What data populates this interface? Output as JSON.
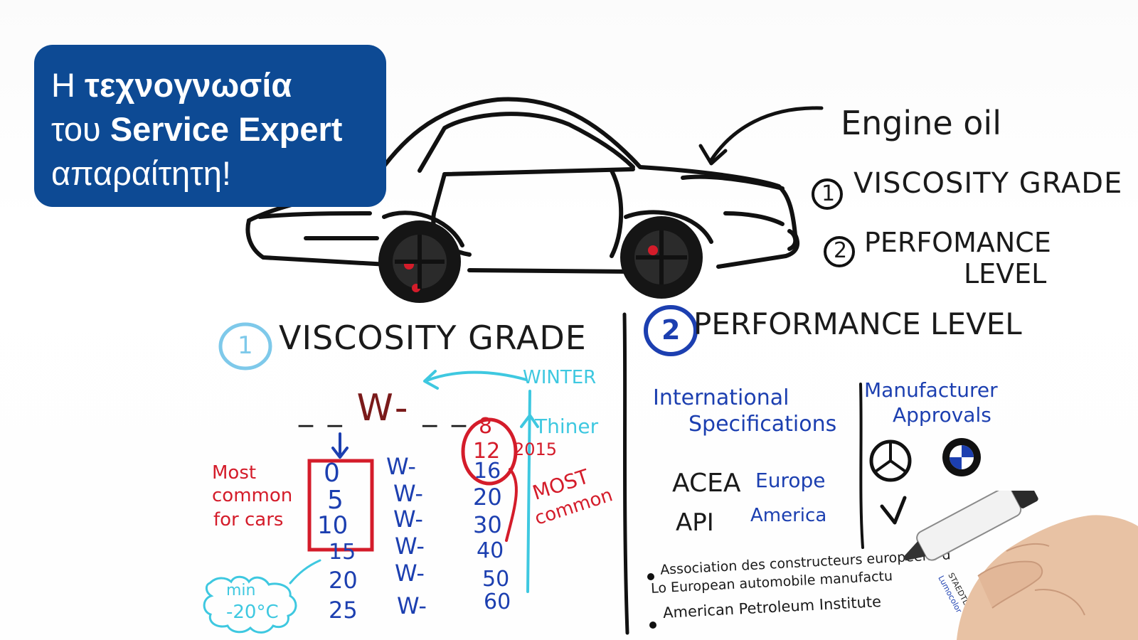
{
  "overlay": {
    "line1_normal": "Η ",
    "line1_bold": "τεχνογνωσία",
    "line2_normal": "του ",
    "line2_bold": "Service Expert",
    "line3": "απαραίτητη!"
  },
  "header_notes": {
    "engine_oil": "Engine oil",
    "item1_num": "1",
    "item1": "VISCOSITY GRADE",
    "item2_num": "2",
    "item2_a": "PERFOMANCE",
    "item2_b": "LEVEL"
  },
  "viscosity": {
    "num": "1",
    "title": "VISCOSITY GRADE",
    "winter": "WINTER",
    "pattern": "_ _ W - _ _",
    "w_letter": "W-",
    "thinner": "Thiner",
    "year": "2015",
    "most_common_cars": [
      "Most",
      "common",
      "for cars"
    ],
    "most_common": [
      "MOST",
      "common"
    ],
    "min_temp": [
      "min",
      "-20°C"
    ],
    "rows": [
      {
        "left": "0",
        "mid": "W-",
        "right": "16"
      },
      {
        "left": "5",
        "mid": "W-",
        "right": "20"
      },
      {
        "left": "10",
        "mid": "W-",
        "right": "30"
      },
      {
        "left": "15",
        "mid": "W-",
        "right": "40"
      },
      {
        "left": "20",
        "mid": "W-",
        "right": "50"
      },
      {
        "left": "25",
        "mid": "W-",
        "right": "60"
      }
    ],
    "circled_top": [
      "8",
      "12"
    ]
  },
  "performance": {
    "num": "2",
    "title": "PERFORMANCE LEVEL",
    "intl_a": "International",
    "intl_b": "Specifications",
    "mfr_a": "Manufacturer",
    "mfr_b": "Approvals",
    "acea": "ACEA",
    "acea_region": "Europe",
    "api": "API",
    "api_region": "America",
    "footnote1": "Association des constructeurs européens d",
    "footnote2": "Lo European automobile manufactu",
    "footnote3": "American Petroleum Institute"
  },
  "marker": {
    "brand": "STAEDTLER",
    "model": "Lumocolor"
  }
}
